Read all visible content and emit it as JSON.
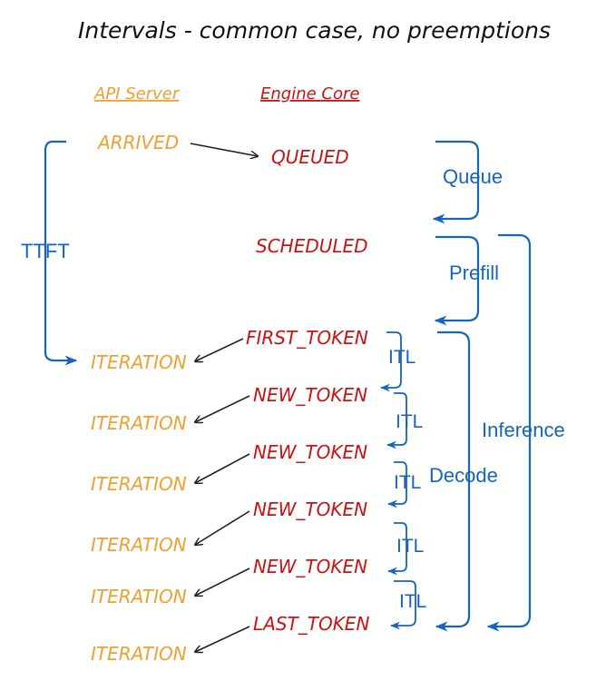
{
  "title": "Intervals - common case, no preemptions",
  "headers": {
    "api_server": "API Server",
    "engine_core": "Engine Core"
  },
  "api_events": {
    "arrived": "ARRIVED",
    "iterations": [
      "ITERATION",
      "ITERATION",
      "ITERATION",
      "ITERATION",
      "ITERATION",
      "ITERATION"
    ]
  },
  "engine_events": {
    "queued": "QUEUED",
    "scheduled": "SCHEDULED",
    "tokens": [
      "FIRST_TOKEN",
      "NEW_TOKEN",
      "NEW_TOKEN",
      "NEW_TOKEN",
      "NEW_TOKEN",
      "LAST_TOKEN"
    ]
  },
  "intervals": {
    "ttft": "TTFT",
    "queue": "Queue",
    "prefill": "Prefill",
    "inference": "Inference",
    "decode": "Decode",
    "itl": [
      "ITL",
      "ITL",
      "ITL",
      "ITL",
      "ITL"
    ]
  },
  "colors": {
    "title": "#111111",
    "api_server": "#f0a030",
    "engine_core": "#cc1111",
    "interval": "#1565c0",
    "arrow": "#222222"
  }
}
